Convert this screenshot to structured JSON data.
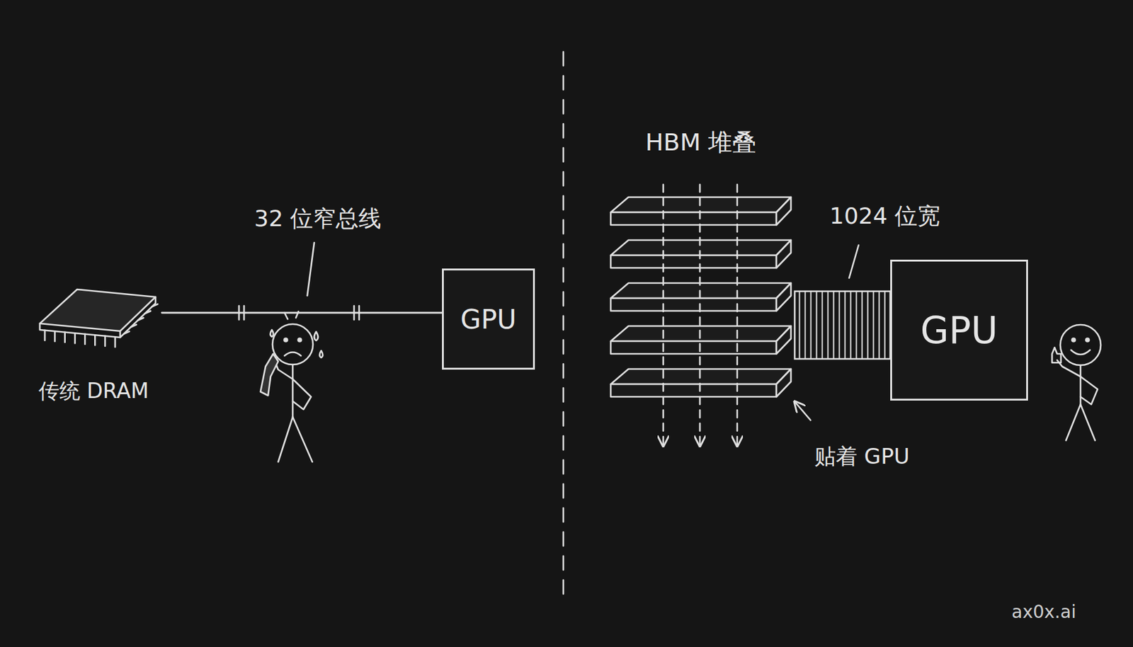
{
  "diagram": {
    "nodes": [
      {
        "text": [
          "传统 DRAM"
        ]
      },
      {
        "text": [
          "GPU"
        ]
      },
      {
        "text": [
          "HBM 堆叠"
        ]
      },
      {
        "text": [
          "GPU"
        ]
      }
    ],
    "edges": [
      {
        "from": 0,
        "to": 1,
        "arrow": "none"
      },
      {
        "from": 2,
        "to": 3,
        "arrow": "none"
      }
    ],
    "labels": [
      "32 位窄总线",
      "1024 位宽",
      "贴着 GPU",
      "ax0x.ai"
    ]
  }
}
